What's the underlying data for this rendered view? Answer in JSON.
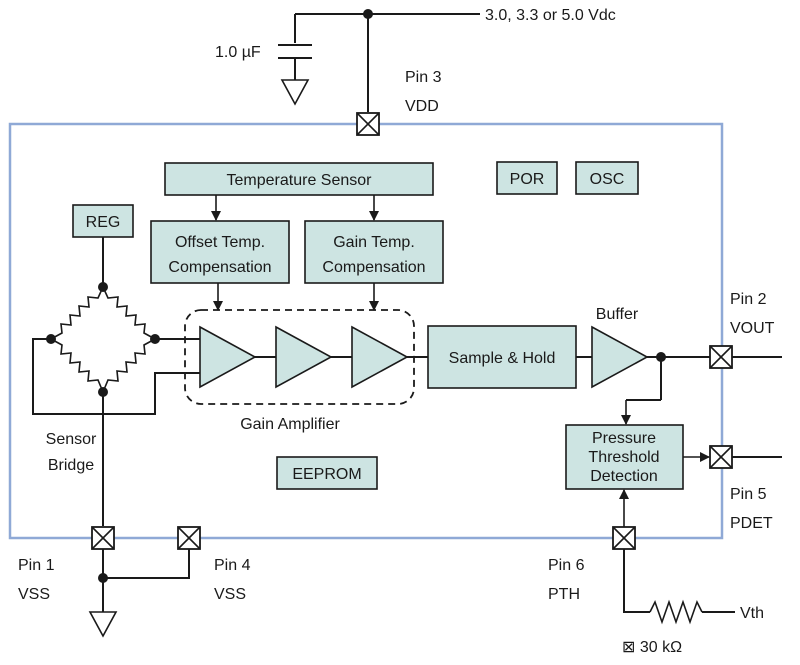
{
  "supply_label": "3.0, 3.3 or 5.0 Vdc",
  "capacitor_label": "1.0 µF",
  "blocks": {
    "temperature_sensor": "Temperature Sensor",
    "por": "POR",
    "osc": "OSC",
    "reg": "REG",
    "offset_temp": [
      "Offset Temp.",
      "Compensation"
    ],
    "gain_temp": [
      "Gain Temp.",
      "Compensation"
    ],
    "sample_hold": "Sample & Hold",
    "pressure_threshold": [
      "Pressure",
      "Threshold",
      "Detection"
    ],
    "eeprom": "EEPROM"
  },
  "labels": {
    "buffer": "Buffer",
    "gain_amplifier": "Gain Amplifier",
    "sensor_bridge": [
      "Sensor",
      "Bridge"
    ],
    "resistor_value": "⊠ 30 kΩ",
    "vth": "Vth"
  },
  "pins": {
    "pin3": [
      "Pin 3",
      "VDD"
    ],
    "pin2": [
      "Pin 2",
      "VOUT"
    ],
    "pin5": [
      "Pin 5",
      "PDET"
    ],
    "pin1": [
      "Pin 1",
      "VSS"
    ],
    "pin4": [
      "Pin 4",
      "VSS"
    ],
    "pin6": [
      "Pin 6",
      "PTH"
    ]
  }
}
